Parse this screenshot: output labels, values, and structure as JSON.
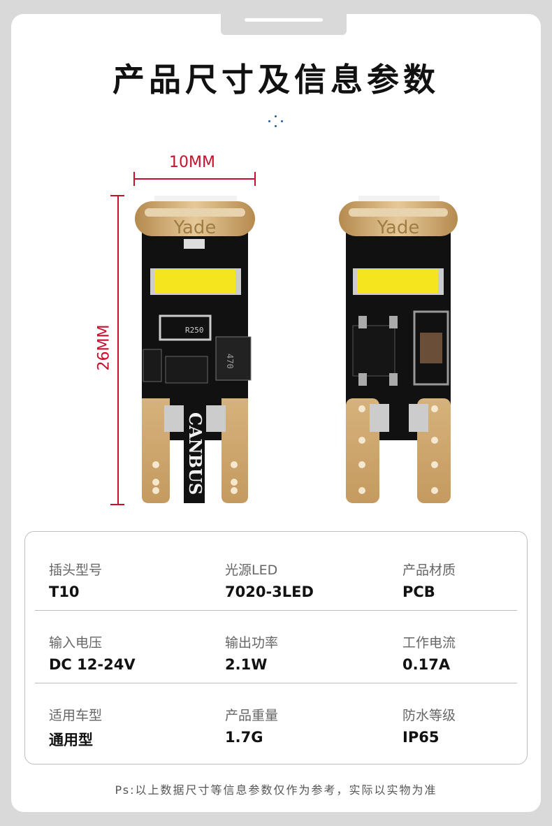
{
  "title": "产品尺寸及信息参数",
  "dimensions": {
    "width": "10MM",
    "height": "26MM"
  },
  "bulb": {
    "brand": "Yade",
    "canbus_label": "CANBUS",
    "resistor_code": "R250",
    "inductor_code": "470"
  },
  "specs": [
    [
      {
        "label": "插头型号",
        "value": "T10"
      },
      {
        "label": "光源LED",
        "value": "7020-3LED"
      },
      {
        "label": "产品材质",
        "value": "PCB"
      }
    ],
    [
      {
        "label": "输入电压",
        "value": "DC 12-24V"
      },
      {
        "label": "输出功率",
        "value": "2.1W"
      },
      {
        "label": "工作电流",
        "value": "0.17A"
      }
    ],
    [
      {
        "label": "适用车型",
        "value": "通用型"
      },
      {
        "label": "产品重量",
        "value": "1.7G"
      },
      {
        "label": "防水等级",
        "value": "IP65"
      }
    ]
  ],
  "footnote": "Ps:以上数据尺寸等信息参数仅作为参考，实际以实物为准",
  "colors": {
    "dimension": "#c8102e",
    "gold": "#c9a46a",
    "pcb": "#111111",
    "led": "#f5e51e"
  }
}
